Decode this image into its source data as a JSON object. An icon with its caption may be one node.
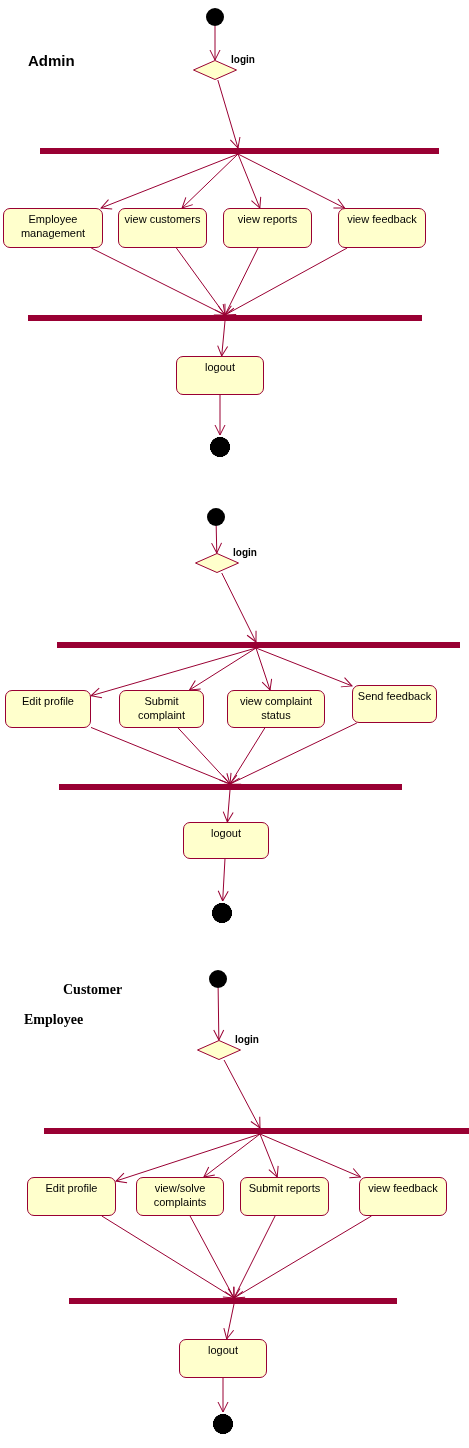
{
  "diagram": {
    "nodes": [
      {
        "text": [],
        "shape": "circle"
      },
      {
        "text": [],
        "shape": "diamond",
        "beside": [
          "login"
        ]
      },
      {
        "text": [],
        "shape": "bar"
      },
      {
        "text": [
          "Employee management"
        ]
      },
      {
        "text": [
          "view customers"
        ]
      },
      {
        "text": [
          "view reports"
        ]
      },
      {
        "text": [
          "view feedback"
        ]
      },
      {
        "text": [],
        "shape": "bar"
      },
      {
        "text": [
          "logout"
        ]
      },
      {
        "text": [],
        "shape": "circle"
      },
      {
        "text": [],
        "shape": "circle"
      },
      {
        "text": [],
        "shape": "diamond",
        "beside": [
          "login"
        ]
      },
      {
        "text": [],
        "shape": "bar"
      },
      {
        "text": [
          "Edit profile"
        ]
      },
      {
        "text": [
          "Submit complaint"
        ]
      },
      {
        "text": [
          "view complaint status"
        ]
      },
      {
        "text": [
          "Send feedback"
        ]
      },
      {
        "text": [],
        "shape": "bar"
      },
      {
        "text": [
          "logout"
        ]
      },
      {
        "text": [],
        "shape": "circle"
      },
      {
        "text": [],
        "shape": "circle"
      },
      {
        "text": [],
        "shape": "diamond",
        "beside": [
          "login"
        ]
      },
      {
        "text": [],
        "shape": "bar"
      },
      {
        "text": [
          "Edit profile"
        ]
      },
      {
        "text": [
          "view/solve complaints"
        ]
      },
      {
        "text": [
          "Submit reports"
        ]
      },
      {
        "text": [
          "view feedback"
        ]
      },
      {
        "text": [],
        "shape": "bar"
      },
      {
        "text": [
          "logout"
        ]
      },
      {
        "text": [],
        "shape": "circle"
      }
    ],
    "edges": [
      {
        "from": 0,
        "to": 1,
        "arrow": "to"
      },
      {
        "from": 1,
        "to": 2,
        "arrow": "to"
      },
      {
        "from": 2,
        "to": 3,
        "arrow": "to"
      },
      {
        "from": 2,
        "to": 4,
        "arrow": "to"
      },
      {
        "from": 2,
        "to": 5,
        "arrow": "to"
      },
      {
        "from": 2,
        "to": 6,
        "arrow": "to"
      },
      {
        "from": 3,
        "to": 7,
        "arrow": "to"
      },
      {
        "from": 4,
        "to": 7,
        "arrow": "to"
      },
      {
        "from": 5,
        "to": 7,
        "arrow": "to"
      },
      {
        "from": 6,
        "to": 7,
        "arrow": "to"
      },
      {
        "from": 7,
        "to": 8,
        "arrow": "to"
      },
      {
        "from": 8,
        "to": 9,
        "arrow": "to"
      },
      {
        "from": 10,
        "to": 11,
        "arrow": "to"
      },
      {
        "from": 11,
        "to": 12,
        "arrow": "to"
      },
      {
        "from": 12,
        "to": 13,
        "arrow": "to"
      },
      {
        "from": 12,
        "to": 14,
        "arrow": "to"
      },
      {
        "from": 12,
        "to": 15,
        "arrow": "to"
      },
      {
        "from": 12,
        "to": 16,
        "arrow": "to"
      },
      {
        "from": 13,
        "to": 17,
        "arrow": "to"
      },
      {
        "from": 14,
        "to": 17,
        "arrow": "to"
      },
      {
        "from": 15,
        "to": 17,
        "arrow": "to"
      },
      {
        "from": 16,
        "to": 17,
        "arrow": "to"
      },
      {
        "from": 17,
        "to": 18,
        "arrow": "to"
      },
      {
        "from": 18,
        "to": 19,
        "arrow": "to"
      },
      {
        "from": 20,
        "to": 21,
        "arrow": "to"
      },
      {
        "from": 21,
        "to": 22,
        "arrow": "to"
      },
      {
        "from": 22,
        "to": 23,
        "arrow": "to"
      },
      {
        "from": 22,
        "to": 24,
        "arrow": "to"
      },
      {
        "from": 22,
        "to": 25,
        "arrow": "to"
      },
      {
        "from": 22,
        "to": 26,
        "arrow": "to"
      },
      {
        "from": 23,
        "to": 27,
        "arrow": "to"
      },
      {
        "from": 24,
        "to": 27,
        "arrow": "to"
      },
      {
        "from": 25,
        "to": 27,
        "arrow": "to"
      },
      {
        "from": 26,
        "to": 27,
        "arrow": "to"
      },
      {
        "from": 27,
        "to": 28,
        "arrow": "to"
      },
      {
        "from": 28,
        "to": 29,
        "arrow": "to"
      }
    ],
    "labels": [
      "Admin",
      "Customer",
      "Employee"
    ]
  }
}
